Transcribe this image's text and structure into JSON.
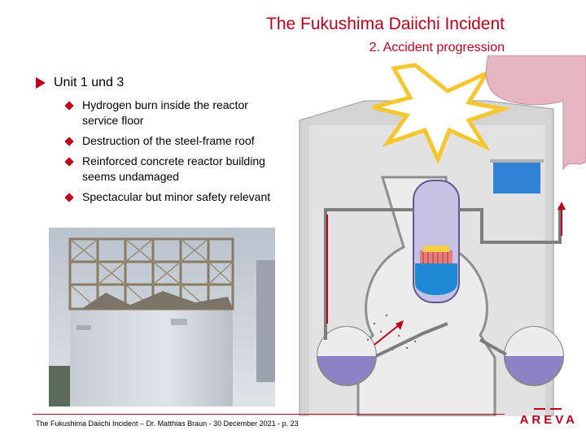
{
  "header": {
    "title": "The Fukushima Daiichi Incident",
    "subtitle": "2. Accident progression"
  },
  "content": {
    "main_bullet": "Unit 1 und 3",
    "sub_bullets": [
      "Hydrogen burn inside the reactor service floor",
      "Destruction of the steel-frame roof",
      "Reinforced concrete reactor building seems undamaged",
      "Spectacular but minor safety relevant"
    ]
  },
  "footer": {
    "text": "The Fukushima Daiichi Incident – Dr. Matthias Braun - 30 December 2021 - p. 23",
    "logo": "AREVA"
  },
  "colors": {
    "accent": "#c0001a",
    "concrete": "#d4d4d4",
    "vessel": "#c9c3e3",
    "water": "#2e86d8",
    "pool_water": "#8d82c6"
  }
}
